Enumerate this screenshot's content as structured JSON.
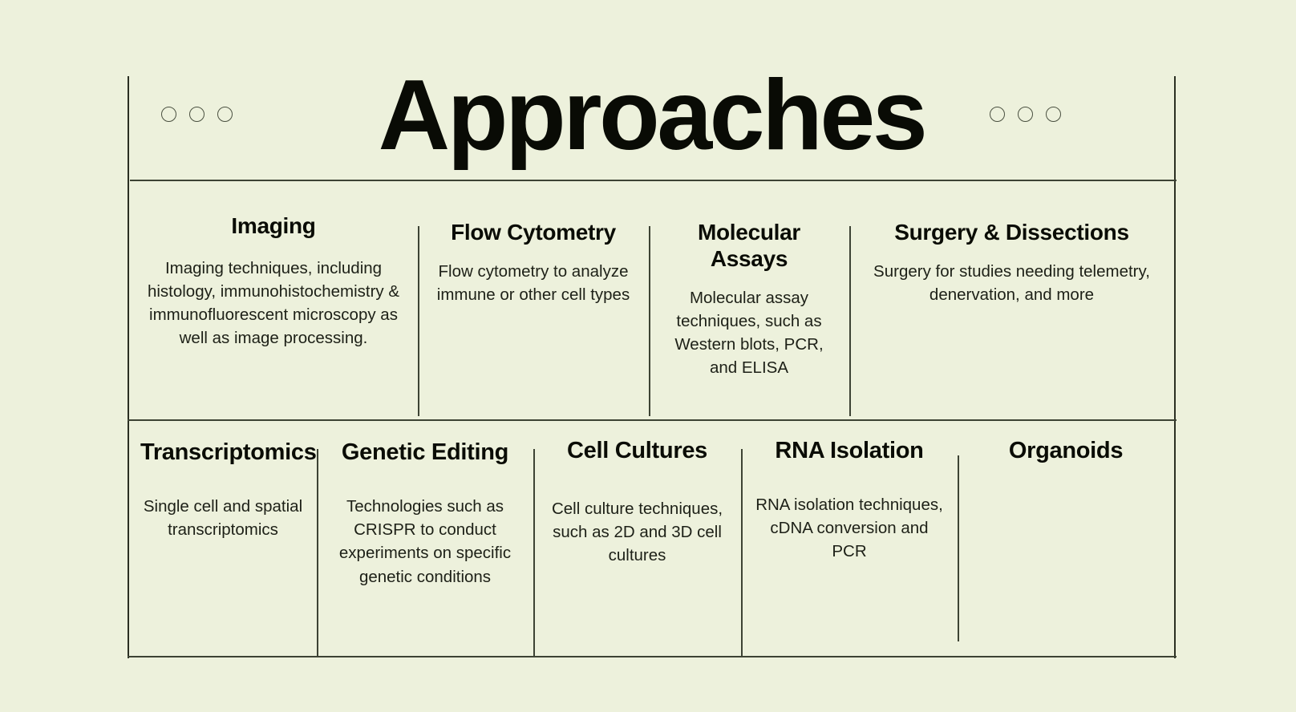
{
  "header": {
    "title": "Approaches",
    "dots_left": [
      "dot-1",
      "dot-2",
      "dot-3"
    ],
    "dots_right": [
      "dot-4",
      "dot-5",
      "dot-6"
    ]
  },
  "colors": {
    "background": "#edf1dc",
    "rule": "#3d4334",
    "title_text": "#090b05",
    "body_text": "#1d2017"
  },
  "rows": [
    {
      "cards": [
        {
          "title": "Imaging",
          "body": "Imaging techniques, including histology, immunohistochemistry & immunofluorescent microscopy as well as image processing."
        },
        {
          "title": "Flow Cytometry",
          "body": "Flow cytometry to analyze immune or other cell types"
        },
        {
          "title": "Molecular Assays",
          "body": "Molecular assay techniques, such as Western blots, PCR, and ELISA"
        },
        {
          "title": "Surgery & Dissections",
          "body": "Surgery for studies needing telemetry, denervation, and more"
        }
      ]
    },
    {
      "cards": [
        {
          "title": "Transcriptomics",
          "body": "Single cell and spatial transcriptomics"
        },
        {
          "title": "Genetic Editing",
          "body": "Technologies such as CRISPR to conduct experiments on specific genetic conditions"
        },
        {
          "title": "Cell Cultures",
          "body": "Cell culture techniques, such as 2D and 3D cell cultures"
        },
        {
          "title": "RNA Isolation",
          "body": "RNA isolation techniques, cDNA conversion and PCR"
        },
        {
          "title": "Organoids",
          "body": ""
        }
      ]
    }
  ]
}
